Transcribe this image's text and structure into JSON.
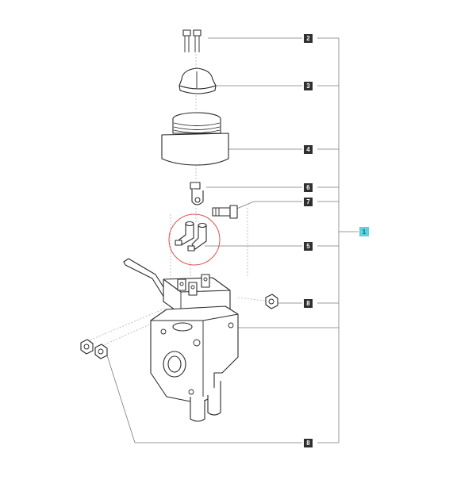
{
  "diagram": {
    "callouts": [
      {
        "id": "label-2",
        "text": "2"
      },
      {
        "id": "label-3",
        "text": "3"
      },
      {
        "id": "label-4",
        "text": "4"
      },
      {
        "id": "label-6",
        "text": "6"
      },
      {
        "id": "label-7",
        "text": "7"
      },
      {
        "id": "label-5",
        "text": "5"
      },
      {
        "id": "label-8-top",
        "text": "8"
      },
      {
        "id": "label-8-bottom",
        "text": "8"
      }
    ],
    "assembly_label": "1",
    "colors": {
      "assembly_badge": "#62cfe0",
      "highlight_circle": "#d9534f",
      "callout_badge": "#2f2f2f"
    }
  }
}
